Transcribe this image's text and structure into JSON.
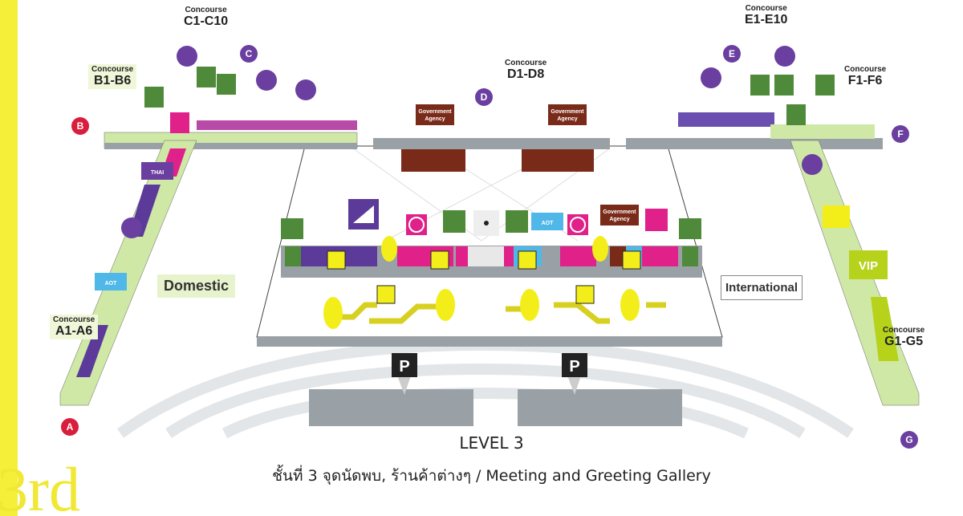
{
  "page": {
    "floor_badge": "3rd",
    "level_title": "LEVEL 3",
    "caption": "ชั้นที่ 3 จุดนัดพบ, ร้านค้าต่างๆ / Meeting and Greeting Gallery"
  },
  "concourses": [
    {
      "id": "A",
      "word": "Concourse",
      "gates": "A1-A6",
      "color": "#d81e3c"
    },
    {
      "id": "B",
      "word": "Concourse",
      "gates": "B1-B6",
      "color": "#d81e3c"
    },
    {
      "id": "C",
      "word": "Concourse",
      "gates": "C1-C10",
      "color": "#6a3fa0"
    },
    {
      "id": "D",
      "word": "Concourse",
      "gates": "D1-D8",
      "color": "#6a3fa0"
    },
    {
      "id": "E",
      "word": "Concourse",
      "gates": "E1-E10",
      "color": "#6a3fa0"
    },
    {
      "id": "F",
      "word": "Concourse",
      "gates": "F1-F6",
      "color": "#6a3fa0"
    },
    {
      "id": "G",
      "word": "Concourse",
      "gates": "G1-G5",
      "color": "#6a3fa0"
    }
  ],
  "zones": {
    "domestic": "Domestic",
    "international": "International"
  },
  "signs": {
    "government": [
      "Government",
      "Agency"
    ],
    "vip": "VIP",
    "parking": "P",
    "thai_logo": "THAI",
    "aot_logo": "AOT"
  },
  "colors": {
    "restroom": "#4e8a3a",
    "restaurant": "#e0218a",
    "airline": "#5b3a9a",
    "info": "#4fb8e8",
    "government": "#7a2a18",
    "lift": "#f3ee1a",
    "walkway": "#cfe8a6",
    "pier": "#9aa1a6",
    "vip": "#b6d21b"
  }
}
